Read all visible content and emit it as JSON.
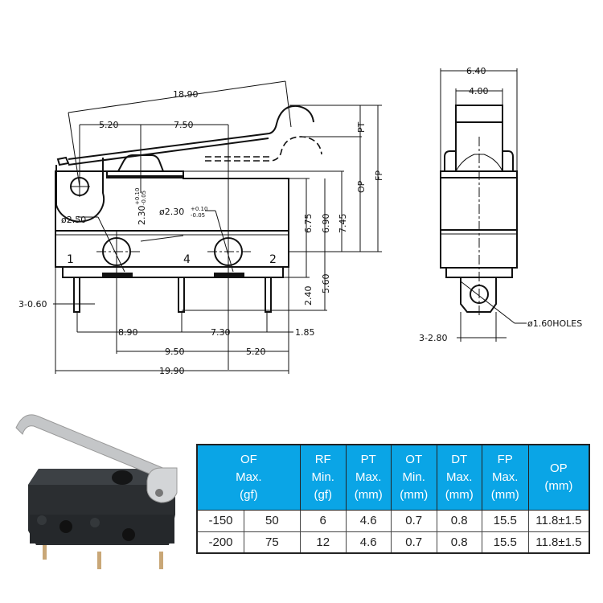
{
  "drawing_front": {
    "dims": {
      "lever_length": "18.90",
      "pivot_to_plunger": "5.20",
      "plunger_to_hole": "7.50",
      "hole_small_dia": "ø2.50",
      "hole_dia": "ø2.30",
      "hole_tol_plus": "+0.10",
      "hole_tol_minus": "-0.05",
      "hole_height": "2.30",
      "h1": "6.75",
      "h2": "6.90",
      "h3": "7.45",
      "pin_h1": "2.40",
      "pin_h2": "5.60",
      "pin_width": "3-0.60",
      "pin_span1": "8.90",
      "pin_span2": "7.30",
      "pin_end": "1.85",
      "hole_span": "9.50",
      "hole_end": "5.20",
      "total_length": "19.90",
      "pt": "PT",
      "op": "OP",
      "fp": "FP"
    },
    "terminals": [
      "1",
      "4",
      "2"
    ]
  },
  "drawing_side": {
    "width_outer": "6.40",
    "width_inner": "4.00",
    "hole_note": "ø1.60HOLES",
    "terminal_width": "3-2.80"
  },
  "spec_table": {
    "headers": {
      "of": [
        "OF",
        "Max.",
        "(gf)"
      ],
      "rf": [
        "RF",
        "Min.",
        "(gf)"
      ],
      "pt": [
        "PT",
        "Max.",
        "(mm)"
      ],
      "ot": [
        "OT",
        "Min.",
        "(mm)"
      ],
      "dt": [
        "DT",
        "Max.",
        "(mm)"
      ],
      "fp": [
        "FP",
        "Max.",
        "(mm)"
      ],
      "op": [
        "OP",
        "(mm)"
      ]
    },
    "rows": [
      [
        "-150",
        "50",
        "6",
        "4.6",
        "0.7",
        "0.8",
        "15.5",
        "11.8±1.5"
      ],
      [
        "-200",
        "75",
        "12",
        "4.6",
        "0.7",
        "0.8",
        "15.5",
        "11.8±1.5"
      ]
    ],
    "header_color": "#0aa5e6"
  }
}
